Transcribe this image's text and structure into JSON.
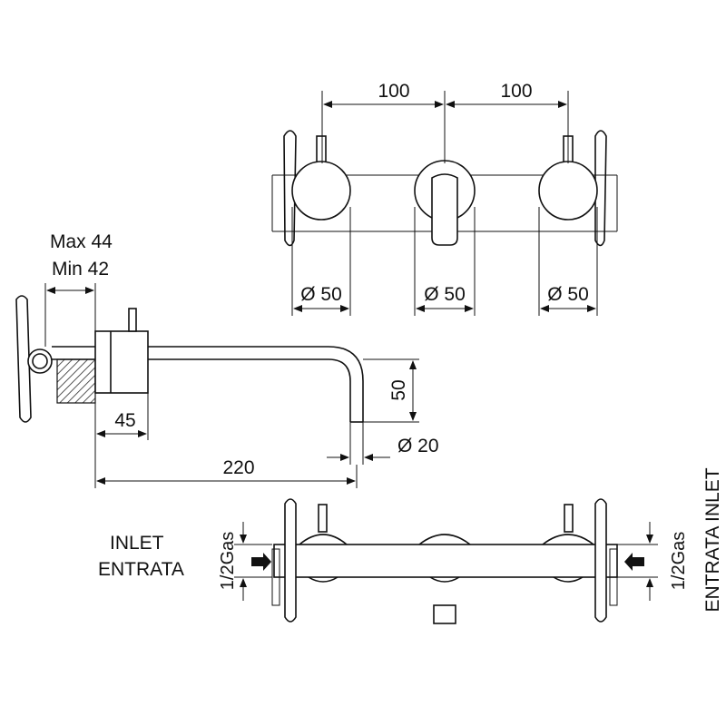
{
  "dimensions": {
    "top_spacing_left": "100",
    "top_spacing_right": "100",
    "dia_left": "Ø 50",
    "dia_center": "Ø 50",
    "dia_right": "Ø 50",
    "wall_max": "Max 44",
    "wall_min": "Min 42",
    "spout_height": "50",
    "plate_depth": "45",
    "spout_dia": "Ø 20",
    "spout_length": "220"
  },
  "inlet_left": {
    "line1": "INLET",
    "line2": "ENTRATA",
    "gas": "1/2Gas"
  },
  "inlet_right": {
    "line1": "ENTRATA INLET",
    "gas": "1/2Gas"
  }
}
